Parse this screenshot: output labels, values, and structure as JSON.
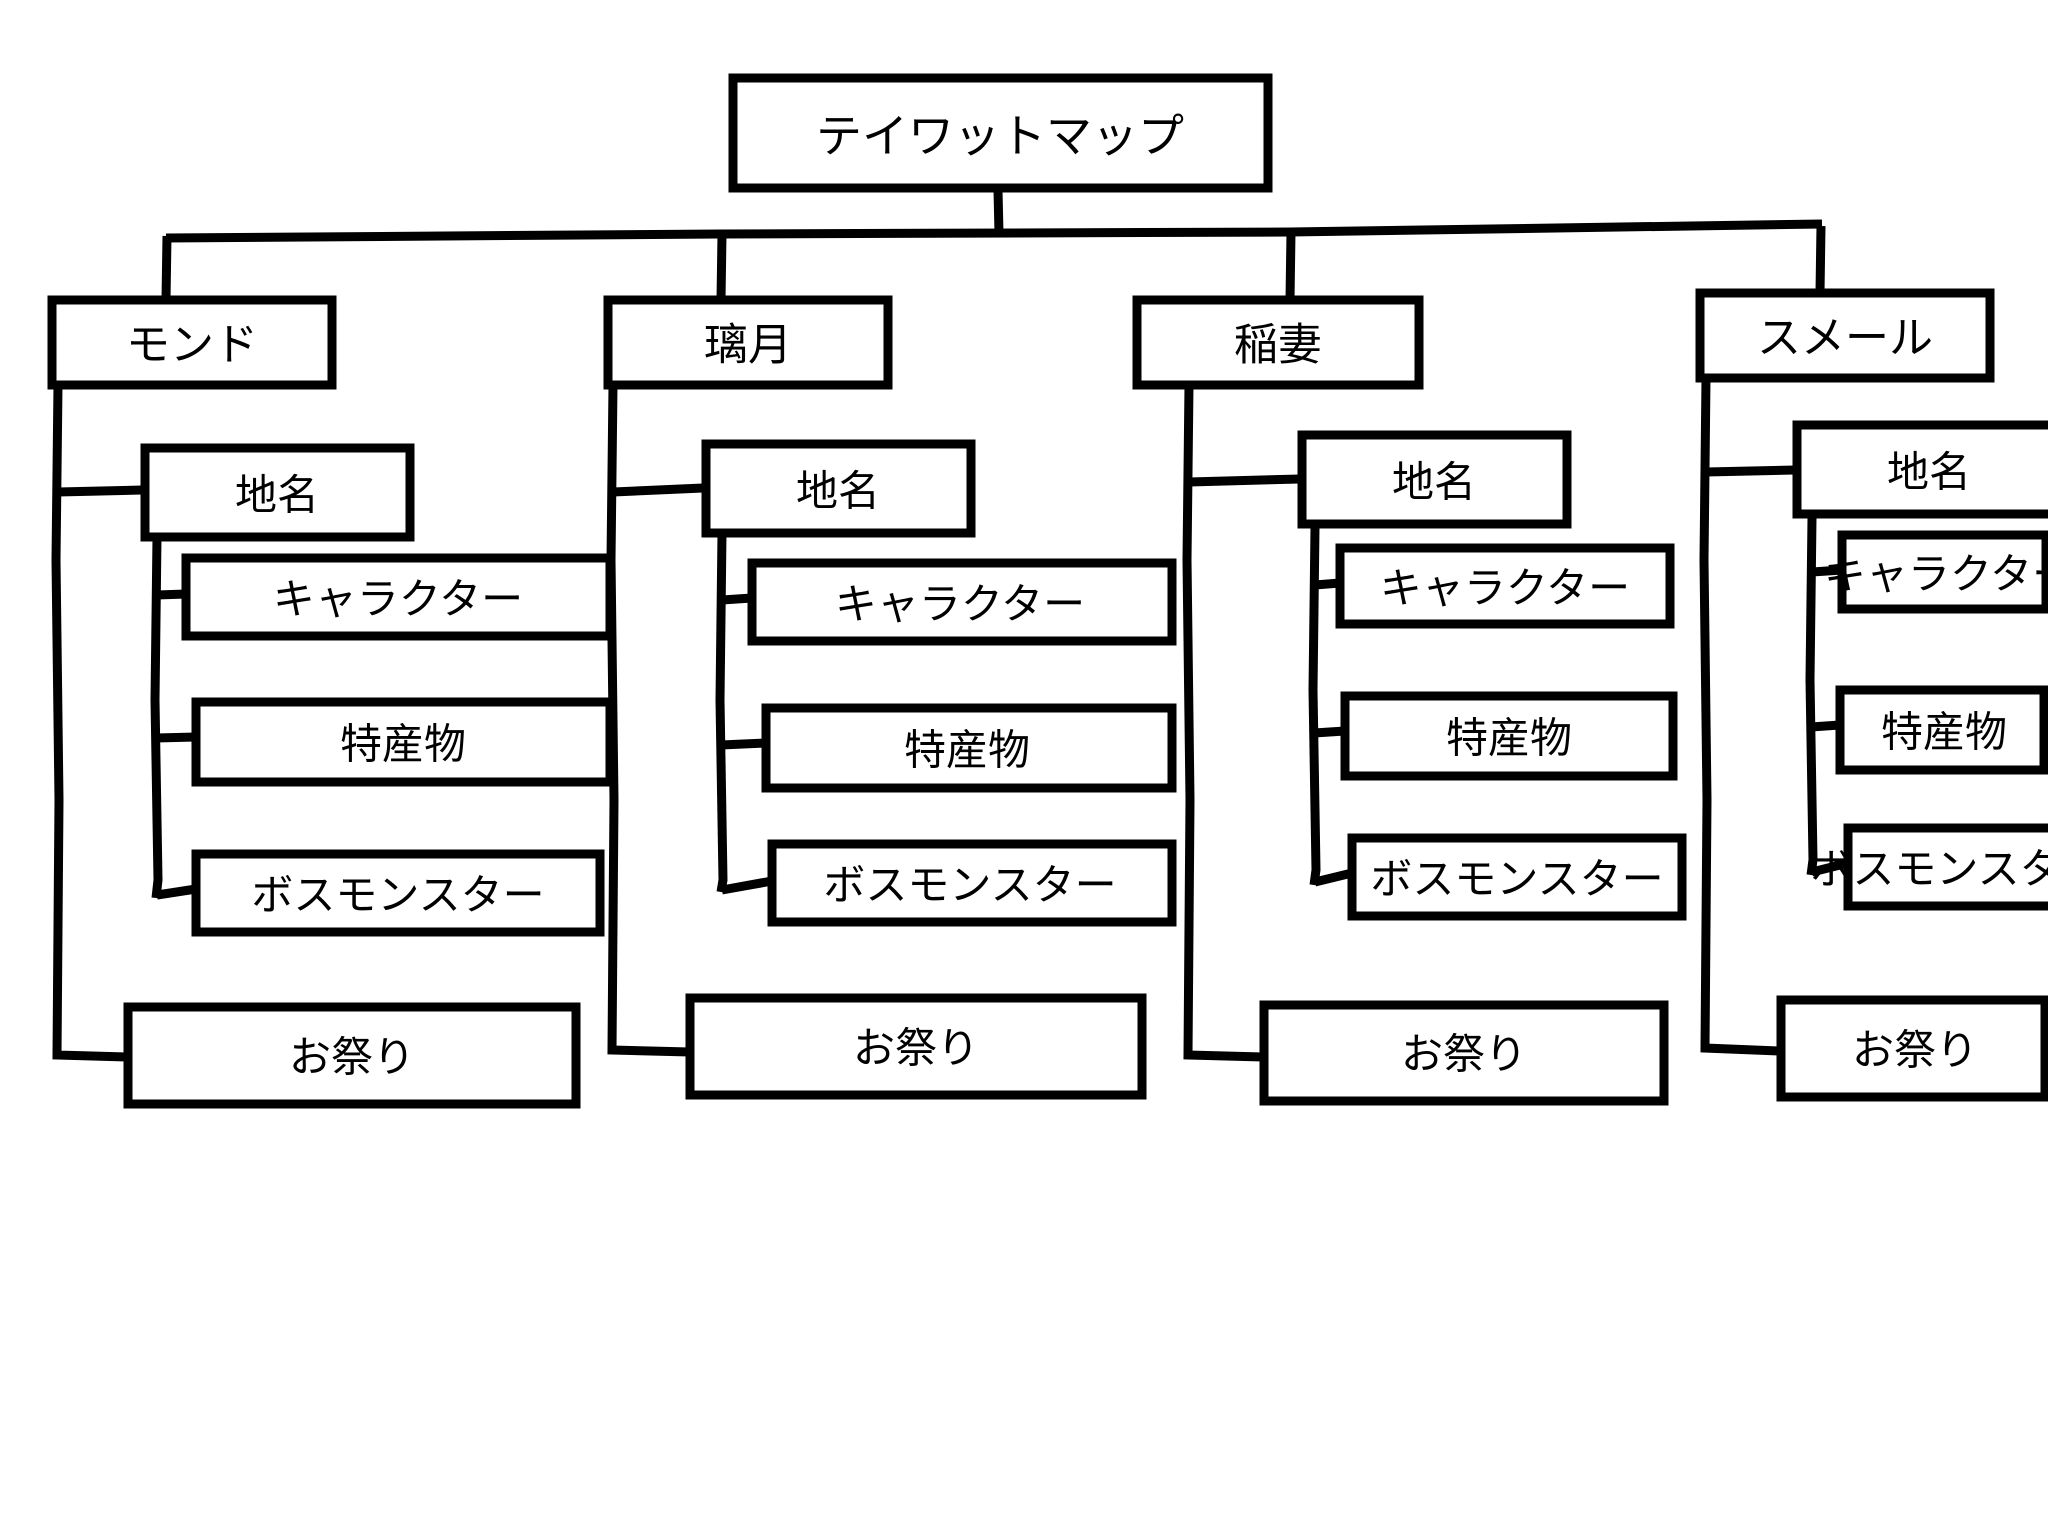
{
  "diagram": {
    "title": "テイワットマップ",
    "type": "tree",
    "orientation": "top-down",
    "style": {
      "background": "#ffffff",
      "line_color": "#000000",
      "box_fill": "#ffffff",
      "box_stroke": "#000000"
    },
    "root": {
      "label": "テイワットマップ"
    },
    "regions": [
      {
        "label": "モンド",
        "children": [
          {
            "label": "地名"
          },
          {
            "label": "キャラクター"
          },
          {
            "label": "特産物"
          },
          {
            "label": "ボスモンスター"
          },
          {
            "label": "お祭り"
          }
        ]
      },
      {
        "label": "璃月",
        "children": [
          {
            "label": "地名"
          },
          {
            "label": "キャラクター"
          },
          {
            "label": "特産物"
          },
          {
            "label": "ボスモンスター"
          },
          {
            "label": "お祭り"
          }
        ]
      },
      {
        "label": "稲妻",
        "children": [
          {
            "label": "地名"
          },
          {
            "label": "キャラクター"
          },
          {
            "label": "特産物"
          },
          {
            "label": "ボスモンスター"
          },
          {
            "label": "お祭り"
          }
        ]
      },
      {
        "label": "スメール",
        "children": [
          {
            "label": "地名"
          },
          {
            "label": "キャラクター"
          },
          {
            "label": "特産物"
          },
          {
            "label": "ボスモンスター"
          },
          {
            "label": "お祭り"
          }
        ]
      }
    ]
  }
}
